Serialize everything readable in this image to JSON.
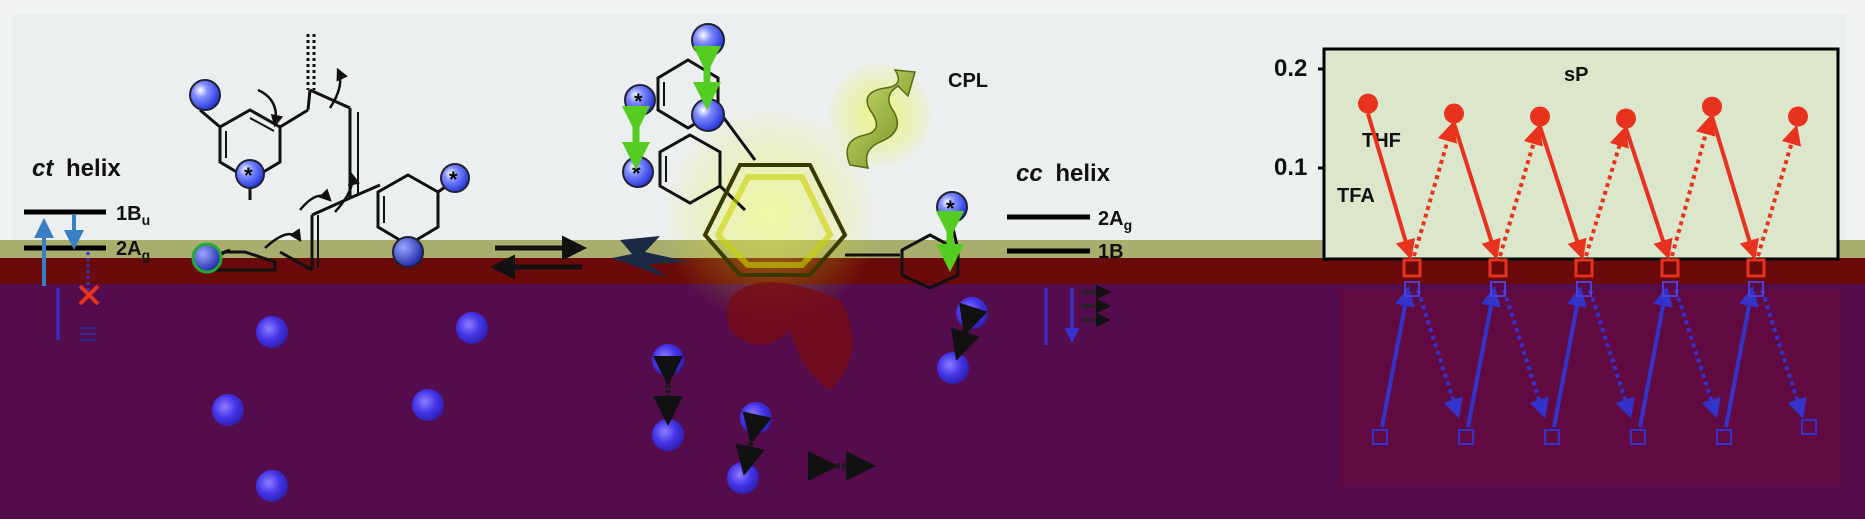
{
  "labels": {
    "ct_helix_italic": "ct",
    "ct_helix_word": "helix",
    "cc_helix_italic": "cc",
    "cc_helix_word": "helix",
    "level_1Bu_main": "1B",
    "level_1Bu_sub": "u",
    "level_2Ag_main": "2A",
    "level_2Ag_sub": "g",
    "cc_level_2Ag_main": "2A",
    "cc_level_2Ag_sub": "g",
    "cc_level_1B_main": "1B",
    "cpl": "CPL",
    "star": "*"
  },
  "panel": {
    "title": "sP",
    "series_labels": [
      "THF",
      "TFA"
    ]
  },
  "chart_data": {
    "type": "scatter",
    "title": "sP",
    "xlabel": "",
    "ylabel": "",
    "y_ticks": [
      "0.2",
      "0.1"
    ],
    "series": [
      {
        "name": "THF",
        "marker": "circle",
        "color": "#e8321e",
        "x": [
          1,
          2,
          3,
          4,
          5,
          6
        ],
        "y": [
          0.165,
          0.155,
          0.152,
          0.15,
          0.162,
          0.152
        ]
      },
      {
        "name": "TFA",
        "marker": "square",
        "color": "#e8321e",
        "x": [
          1,
          2,
          3,
          4,
          5
        ],
        "y": [
          0.0,
          0.0,
          0.0,
          0.0,
          0.0
        ]
      }
    ]
  },
  "colors": {
    "sky_top": "#f2f4f5",
    "band_olive": "#a8b070",
    "band_red": "#6b0909",
    "bottom_purple": "#560b4e",
    "panel_fill": "#dbe7cc",
    "red_series": "#e8321e",
    "blue_series": "#3333cc",
    "green_arrow": "#55cc22",
    "yellow_glow": "#e3f000",
    "blue_ball": "#2e3fe0"
  }
}
